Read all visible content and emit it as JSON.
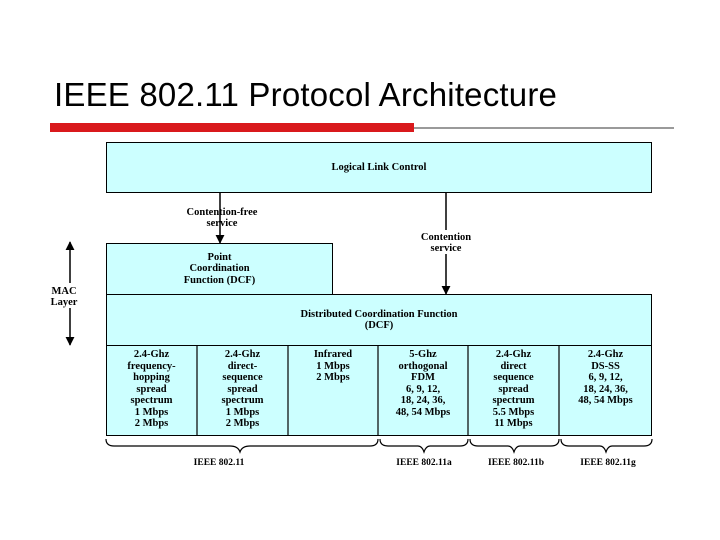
{
  "slide": {
    "title": "IEEE 802.11 Protocol Architecture"
  },
  "diagram": {
    "llc": "Logical Link Control",
    "pcf": "Point\nCoordination\nFunction (DCF)",
    "dcf": "Distributed Coordination Function\n(DCF)",
    "contention_free": "Contention-free\nservice",
    "contention": "Contention\nservice",
    "mac_layer": "MAC\nLayer",
    "phy_cells": [
      "2.4-Ghz\nfrequency-\nhopping\nspread\nspectrum\n1 Mbps\n2 Mbps",
      "2.4-Ghz\ndirect-\nsequence\nspread\nspectrum\n1 Mbps\n2 Mbps",
      "Infrared\n1 Mbps\n2 Mbps",
      "5-Ghz\northogonal\nFDM\n6, 9, 12,\n18, 24, 36,\n48, 54 Mbps",
      "2.4-Ghz\ndirect\nsequence\nspread\nspectrum\n5.5 Mbps\n11 Mbps",
      "2.4-Ghz\nDS-SS\n6, 9, 12,\n18, 24, 36,\n48, 54 Mbps"
    ],
    "standards": [
      "IEEE 802.11",
      "IEEE 802.11a",
      "IEEE 802.11b",
      "IEEE 802.11g"
    ]
  },
  "colors": {
    "box_fill": "#ccffff",
    "accent_red": "#d9191c",
    "rule_gray": "#9a9a9a"
  }
}
